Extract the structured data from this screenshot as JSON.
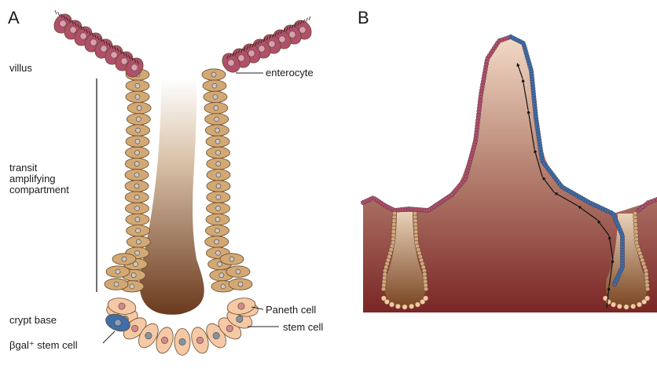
{
  "panels": {
    "a": {
      "letter": "A"
    },
    "b": {
      "letter": "B"
    }
  },
  "labels": {
    "villus": "villus",
    "transit_1": "transit",
    "transit_2": "amplifying",
    "transit_3": "compartment",
    "crypt_base": "crypt base",
    "bgal_stem": "βgal⁺ stem cell",
    "enterocyte": "enterocyte",
    "paneth": "Paneth cell",
    "stem": "stem cell"
  },
  "colors": {
    "enterocyte": "#b0506a",
    "transit": "#d2a874",
    "paneth": "#f5c9a6",
    "stem": "#7e95a8",
    "bgal": "#3f6ea8",
    "lumen_dark": "#6b3a1e",
    "tissue": "#7a2a2a"
  }
}
